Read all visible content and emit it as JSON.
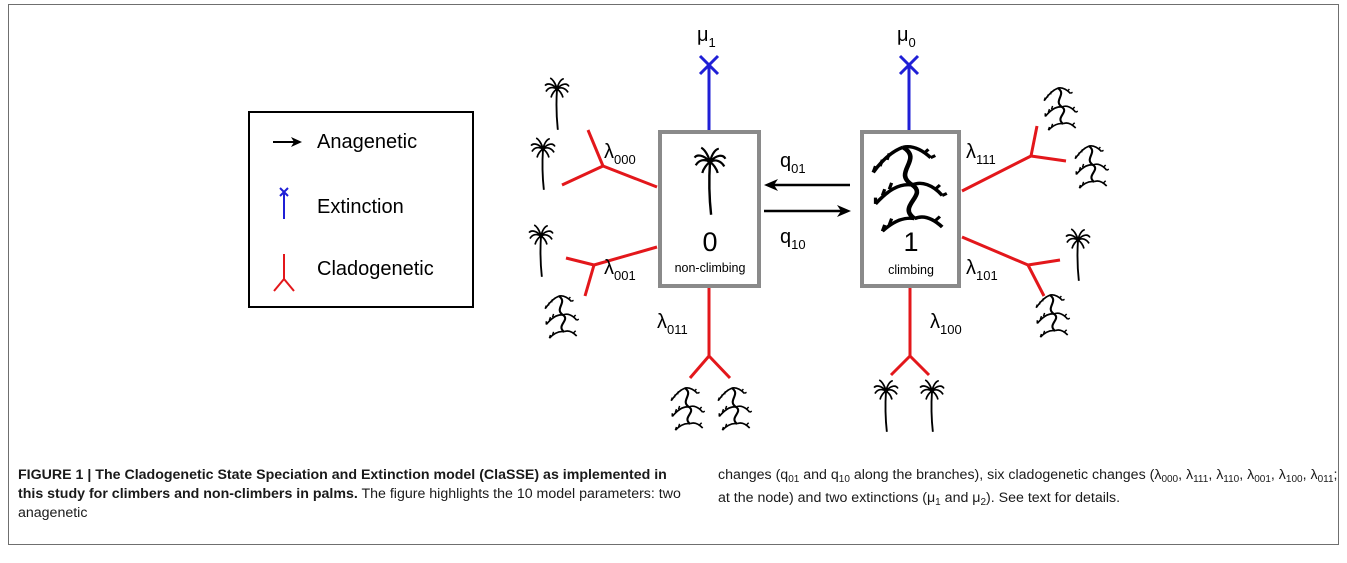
{
  "legend": {
    "anagenetic": "Anagenetic",
    "extinction": "Extinction",
    "cladogenetic": "Cladogenetic"
  },
  "states": {
    "state0_num": "0",
    "state0_label": "non-climbing",
    "state1_num": "1",
    "state1_label": "climbing"
  },
  "params": {
    "mu1": {
      "sym": "μ",
      "sub": "1"
    },
    "mu0": {
      "sym": "μ",
      "sub": "0"
    },
    "q01": {
      "sym": "q",
      "sub": "01"
    },
    "q10": {
      "sym": "q",
      "sub": "10"
    },
    "l000": {
      "sym": "λ",
      "sub": "000"
    },
    "l001": {
      "sym": "λ",
      "sub": "001"
    },
    "l011": {
      "sym": "λ",
      "sub": "011"
    },
    "l111": {
      "sym": "λ",
      "sub": "111"
    },
    "l101": {
      "sym": "λ",
      "sub": "101"
    },
    "l100": {
      "sym": "λ",
      "sub": "100"
    }
  },
  "caption": {
    "title": "FIGURE 1 | The Cladogenetic State Speciation and Extinction model (ClaSSE) as implemented in this study for climbers and non-climbers in palms.",
    "left_body": "The figure highlights the 10 model parameters: two anagenetic",
    "right_body_1": "changes (q",
    "right_sub_1": "01",
    "right_body_2": " and q",
    "right_sub_2": "10",
    "right_body_3": " along the branches), six cladogenetic changes (λ",
    "right_sub_3": "000",
    "right_body_4": ", λ",
    "right_sub_4": "111",
    "right_body_5": ", λ",
    "right_sub_5": "110",
    "right_body_6": ", λ",
    "right_sub_6": "001",
    "right_body_7": ", λ",
    "right_sub_7": "100",
    "right_body_8": ", λ",
    "right_sub_8": "011",
    "right_body_9": "; at the node) and two extinctions (μ",
    "right_sub_9": "1",
    "right_body_10": " and μ",
    "right_sub_10": "2",
    "right_body_11": "). See text for details."
  },
  "colors": {
    "red": "#e3171b",
    "blue": "#1f1fd6",
    "gray": "#8a8a8a"
  },
  "icons": [
    "palm-tree-icon",
    "climbing-palm-icon"
  ]
}
